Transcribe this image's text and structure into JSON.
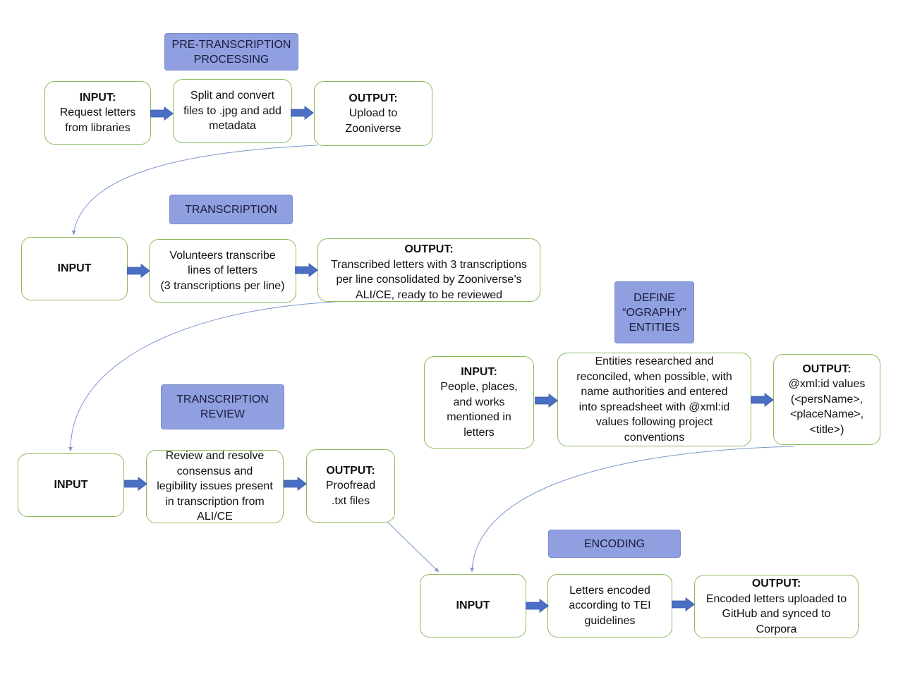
{
  "sections": {
    "pre_transcription": "PRE-TRANSCRIPTION\nPROCESSING",
    "transcription": "TRANSCRIPTION",
    "transcription_review": "TRANSCRIPTION\nREVIEW",
    "define_entities": "DEFINE\n“OGRAPHY”\nENTITIES",
    "encoding": "ENCODING"
  },
  "pre_transcription": {
    "input": {
      "head": "INPUT:",
      "text": "Request letters\nfrom libraries"
    },
    "process": {
      "text": "Split and convert\nfiles to .jpg and add\nmetadata"
    },
    "output": {
      "head": "OUTPUT:",
      "text": "Upload to\nZooniverse"
    }
  },
  "transcription": {
    "input": {
      "text": "INPUT"
    },
    "process": {
      "text": "Volunteers transcribe\nlines of letters\n(3 transcriptions per line)"
    },
    "output": {
      "head": "OUTPUT:",
      "text": "Transcribed letters with 3 transcriptions\nper line consolidated by Zooniverse’s\nALI/CE, ready to be reviewed"
    }
  },
  "transcription_review": {
    "input": {
      "text": "INPUT"
    },
    "process": {
      "text": "Review and resolve\nconsensus and\nlegibility issues present\nin transcription from\nALI/CE"
    },
    "output": {
      "head": "OUTPUT:",
      "text": "Proofread\n.txt files"
    }
  },
  "define_entities": {
    "input": {
      "head": "INPUT:",
      "text": "People, places,\nand works\nmentioned in\nletters"
    },
    "process": {
      "text": "Entities researched and\nreconciled, when possible, with\nname authorities and entered\ninto spreadsheet with @xml:id\nvalues following project\nconventions"
    },
    "output": {
      "head": "OUTPUT:",
      "text": "@xml:id values\n(<persName>,\n<placeName>,\n<title>)"
    }
  },
  "encoding": {
    "input": {
      "text": "INPUT"
    },
    "process": {
      "text": "Letters encoded\naccording to TEI\nguidelines"
    },
    "output": {
      "head": "OUTPUT:",
      "text": "Encoded letters uploaded to\nGitHub and synced to\nCorpora"
    }
  },
  "colors": {
    "box_border": "#8dbb5c",
    "label_fill": "#8f9fe0",
    "arrow_fill": "#4a6fc4",
    "connector": "#7b96cc"
  }
}
